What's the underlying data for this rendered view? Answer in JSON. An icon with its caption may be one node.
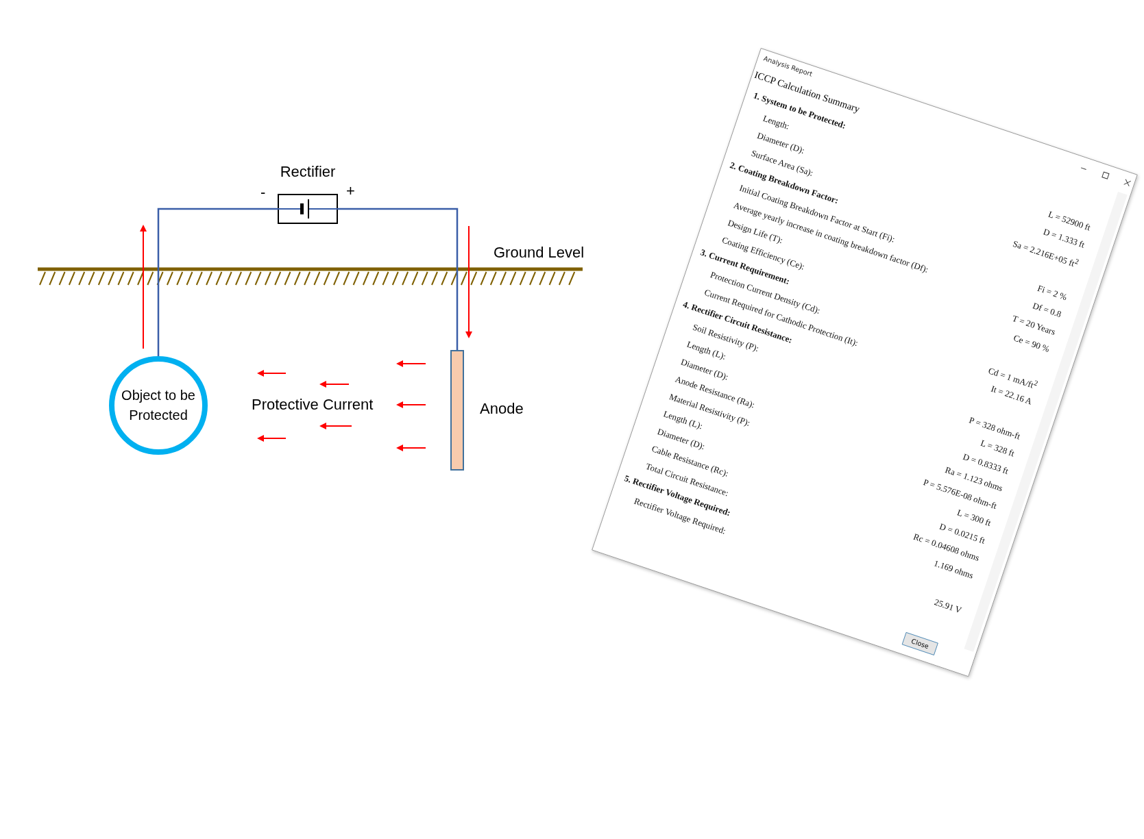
{
  "diagram": {
    "nodes": [
      {
        "text": [
          "Rectifier"
        ],
        "beside": [
          "-",
          "+"
        ]
      },
      {
        "text": [
          "Object to be Protected"
        ]
      },
      {
        "text": [],
        "shape": "bar"
      },
      {
        "text": [
          "Analysis Report",
          "ICCP Calculation Summary"
        ]
      }
    ],
    "edges": [
      {
        "from": 0,
        "to": 1,
        "arrow": "none"
      },
      {
        "from": 0,
        "to": 2,
        "arrow": "none"
      }
    ],
    "labels": [
      "Ground Level",
      "Protective Current",
      "Anode",
      "1. System to be Protected:",
      "Length:",
      "L = 52900 ft",
      "Diameter (D):",
      "D = 1.333 ft",
      "Surface Area (Sa):",
      "Sa = 2.216E+05 ft$^{2}$",
      "2. Coating Breakdown Factor:",
      "Initial Coating Breakdown Factor at Start (Fi):",
      "Fi = 2 %",
      "Average yearly increase in coating breakdown factor (Df):",
      "Df = 0.8",
      "Design Life (T):",
      "T = 20 Years",
      "Coating Efficiency (Ce):",
      "Ce = 90 %",
      "3. Current Requirement:",
      "Protection Current Density (Cd):",
      "Cd = 1 mA/ft$^{2}$",
      "Current Required for Cathodic Protection (It):",
      "It = 22.16 A",
      "4. Rectifier Circuit Resistance:",
      "Soil Resistivity (P):",
      "P = 328 ohm-ft",
      "Length (L):",
      "L = 328 ft",
      "Diameter (D):",
      "D = 0.8333 ft",
      "Anode Resistance (Ra):",
      "Ra = 1.123 ohms",
      "Material Resistivity (P):",
      "P = 5.576E-08 ohm-ft",
      "Length (L):",
      "L = 300 ft",
      "Diameter (D):",
      "D = 0.0215 ft",
      "Cable Resistance (Rc):",
      "Rc = 0.04608 ohms",
      "Total Circuit Resistance:",
      "1.169 ohms",
      "5. Rectifier Voltage Required:",
      "Rectifier Voltage Required:",
      "25.91 V",
      "Close"
    ]
  }
}
